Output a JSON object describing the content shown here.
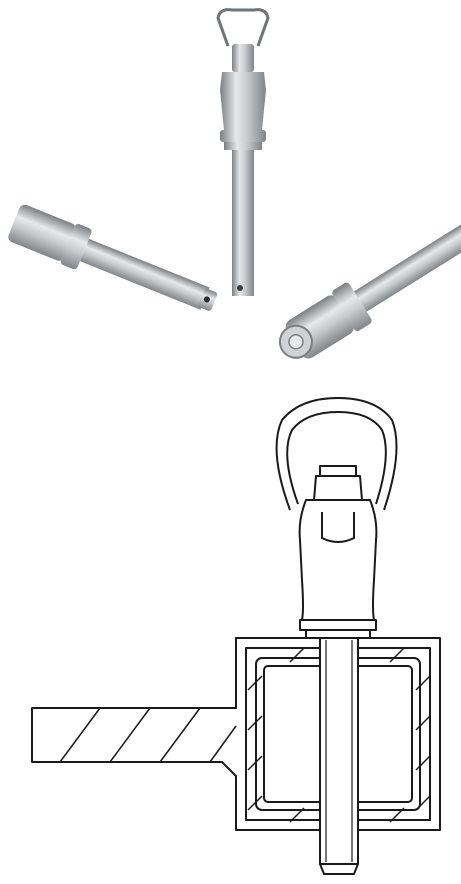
{
  "colors": {
    "background": "#ffffff",
    "steel_light": "#e9ebec",
    "steel_mid": "#b7bbbe",
    "steel_dark": "#6f7478",
    "line_art": "#1a1a1a"
  },
  "sections": {
    "photo": {
      "items": [
        "ball-lock-pin-left",
        "ball-lock-pin-center",
        "ball-lock-pin-right"
      ]
    },
    "drawing": {
      "items": [
        "ring-handle",
        "pin-body",
        "bracket-tube",
        "hatched-arm"
      ]
    }
  }
}
